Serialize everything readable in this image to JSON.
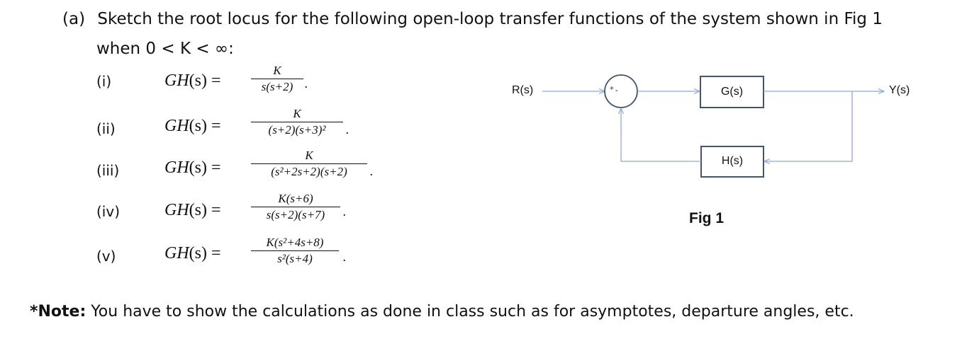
{
  "question": {
    "label": "(a)",
    "line1": "Sketch the root locus for the following open-loop transfer functions of the system shown in Fig 1",
    "line2": "when 0 < K < ∞:"
  },
  "items": [
    {
      "roman": "(i)",
      "lhs_name": "GH",
      "lhs_var": "(s)",
      "eq": "=",
      "numerator": "K",
      "denominator": "s(s+2)"
    },
    {
      "roman": "(ii)",
      "lhs_name": "GH",
      "lhs_var": "(s)",
      "eq": "=",
      "numerator": "K",
      "denominator": "(s+2)(s+3)²"
    },
    {
      "roman": "(iii)",
      "lhs_name": "GH",
      "lhs_var": "(s)",
      "eq": "=",
      "numerator": "K",
      "denominator": "(s²+2s+2)(s+2)"
    },
    {
      "roman": "(iv)",
      "lhs_name": "GH",
      "lhs_var": "(s)",
      "eq": "=",
      "numerator": "K(s+6)",
      "denominator": "s(s+2)(s+7)"
    },
    {
      "roman": "(v)",
      "lhs_name": "GH",
      "lhs_var": "(s)",
      "eq": "=",
      "numerator": "K(s²+4s+8)",
      "denominator": "s²(s+4)"
    }
  ],
  "period": ".",
  "diagram": {
    "input": "R(s)",
    "output": "Y(s)",
    "forward_block": "G(s)",
    "feedback_block": "H(s)",
    "sum_plus": "+",
    "sum_minus": "-",
    "caption": "Fig 1",
    "line_color": "#8ea9db",
    "block_border_color": "#44546a"
  },
  "note": {
    "label": "*Note:",
    "text": " You have to show the calculations as done in class such as for asymptotes, departure angles, etc."
  }
}
